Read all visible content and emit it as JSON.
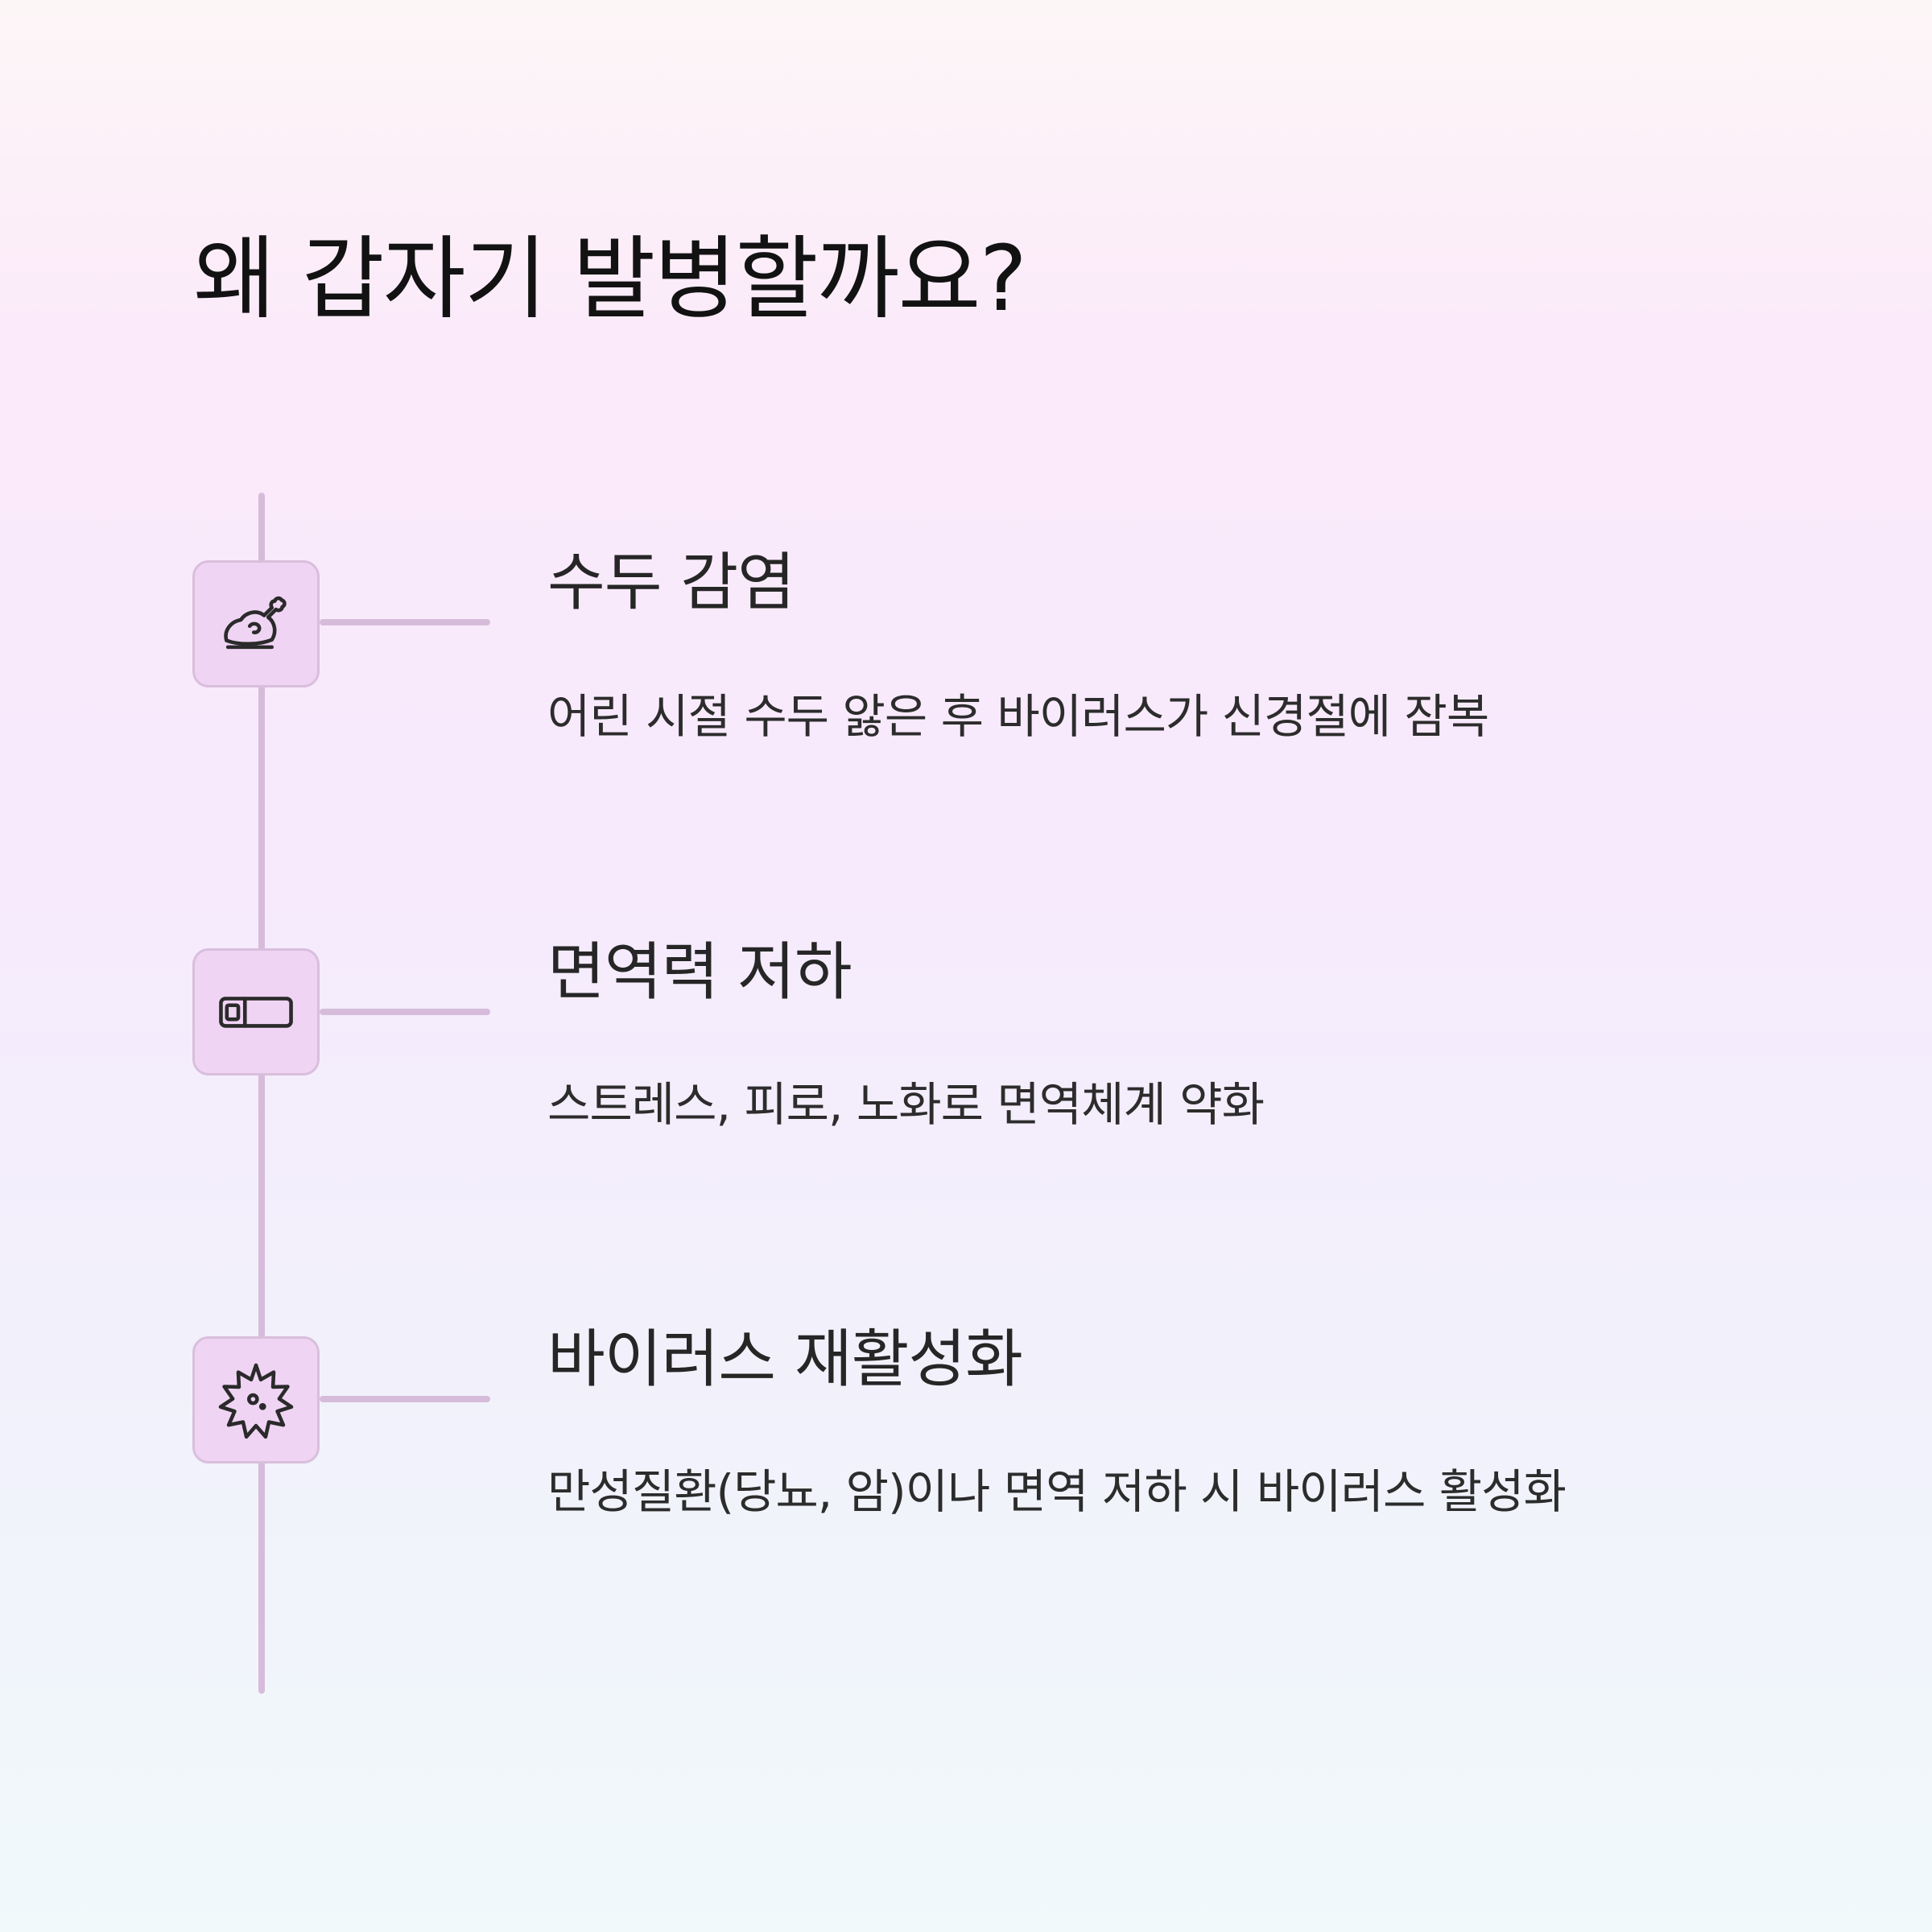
{
  "title": "왜 갑자기 발병할까요?",
  "steps": [
    {
      "icon": "drumstick-icon",
      "title": "수두 감염",
      "description": "어린 시절 수두 앓은 후 바이러스가 신경절에 잠복"
    },
    {
      "icon": "battery-low-icon",
      "title": "면역력 저하",
      "description": "스트레스, 피로, 노화로 면역체계 약화"
    },
    {
      "icon": "virus-icon",
      "title": "바이러스 재활성화",
      "description": "만성질환(당뇨, 암)이나 면역 저하 시 바이러스 활성화"
    }
  ],
  "colors": {
    "title_text": "#121212",
    "body_text": "#2c2c2c",
    "timeline": "#d6bcda",
    "icon_box_fill": "#f0d4f4",
    "icon_box_border": "#d9bfdc",
    "icon_stroke": "#2a2a2a"
  }
}
